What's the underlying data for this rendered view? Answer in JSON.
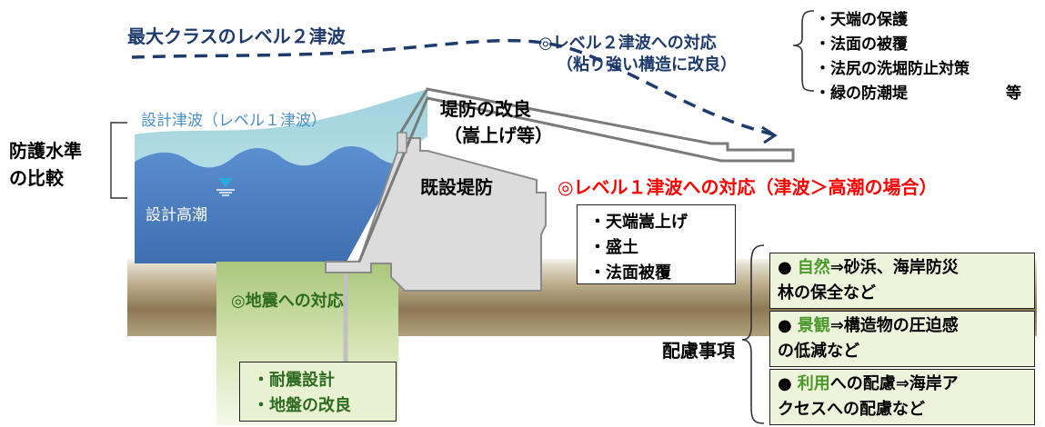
{
  "colors": {
    "wave_light": "#b8dfe6",
    "wave_dark": "#4d7fbf",
    "ground": "#8c7550",
    "embankment": "#d8d8d8",
    "dashed_line": "#1f3a6d",
    "level2_text": "#1f3a6d",
    "tide_text": "#4a8fc8",
    "red_text": "#ff0000",
    "green_text": "#4a9a2a",
    "earthquake_box": "#c9dba3"
  },
  "labels": {
    "level2_tsunami": "最大クラスのレベル２津波",
    "level2_response_line1": "◎レベル２津波への対応",
    "level2_response_line2": "（粘り強い構造に改良）",
    "level2_measures": [
      "・天端の保護",
      "・法面の被覆",
      "・法尻の洗堀防止対策",
      "・緑の防潮堤"
    ],
    "level2_measures_etc": "等",
    "design_tsunami": "設計津波（レベル１津波）",
    "protection_line1": "防護水準",
    "protection_line2": "の比較",
    "design_high_tide": "設計高潮",
    "levee_improve_line1": "堤防の改良",
    "levee_improve_line2": "（嵩上げ等）",
    "existing_levee": "既設堤防",
    "level1_response": "◎レベル１津波への対応（津波＞高潮の場合）",
    "level1_measures": [
      "・天端嵩上げ",
      "・盛土",
      "・法面被覆"
    ],
    "earthquake_response": "◎地震への対応",
    "earthquake_measures": [
      "・耐震設計",
      "・地盤の改良"
    ],
    "considerations": "配慮事項"
  },
  "considerations_items": [
    {
      "bullet": "●",
      "keyword": "自然",
      "line1_rest": "⇒砂浜、海岸防災",
      "line2": "林の保全など"
    },
    {
      "bullet": "●",
      "keyword": "景観",
      "line1_rest": "⇒構造物の圧迫感",
      "line2": "の低減など"
    },
    {
      "bullet": "●",
      "keyword": "利用",
      "line1_rest": "への配慮⇒海岸ア",
      "line2": "クセスへの配慮など"
    }
  ]
}
